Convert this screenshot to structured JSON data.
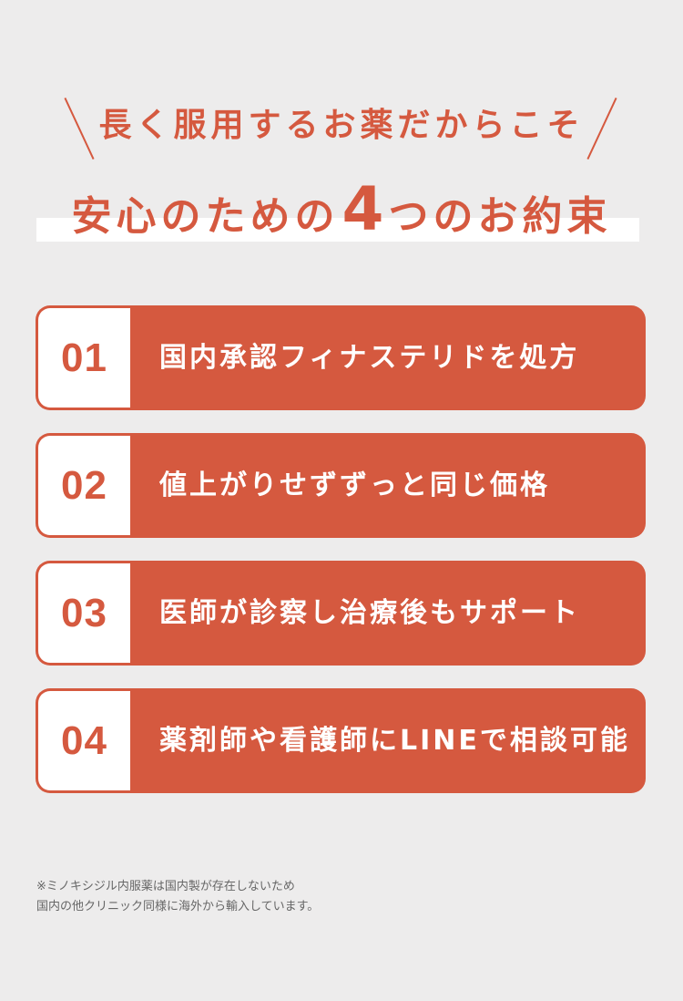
{
  "header": {
    "subtitle": "長く服用するお薬だからこそ",
    "title_before": "安心のための",
    "title_number": "4",
    "title_after": "つのお約束"
  },
  "promises": [
    {
      "number": "01",
      "text": "国内承認フィナステリドを処方"
    },
    {
      "number": "02",
      "text": "値上がりせずずっと同じ価格"
    },
    {
      "number": "03",
      "text": "医師が診察し治療後もサポート"
    },
    {
      "number": "04",
      "text": "薬剤師や看護師にLINEで相談可能"
    }
  ],
  "footnote": {
    "line1": "※ミノキシジル内服薬は国内製が存在しないため",
    "line2": "国内の他クリニック同様に海外から輸入しています。"
  },
  "colors": {
    "accent": "#d5593f",
    "background": "#edecec",
    "highlight": "#ffffff"
  }
}
